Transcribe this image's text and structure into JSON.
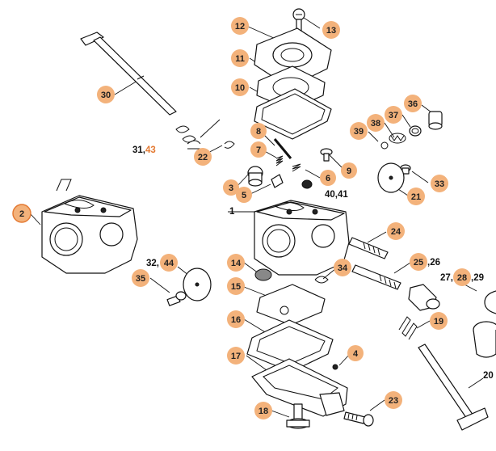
{
  "callouts": [
    {
      "num": "12"
    },
    {
      "num": "13"
    },
    {
      "num": "11"
    },
    {
      "num": "10"
    },
    {
      "num": "30"
    },
    {
      "num": "36"
    },
    {
      "num": "37"
    },
    {
      "num": "38"
    },
    {
      "num": "39"
    },
    {
      "num": "8"
    },
    {
      "num": "7"
    },
    {
      "num": "9"
    },
    {
      "num": "22"
    },
    {
      "num": "6"
    },
    {
      "num": "3"
    },
    {
      "num": "5"
    },
    {
      "num": "33"
    },
    {
      "num": "21"
    },
    {
      "num": "2"
    },
    {
      "num": "24"
    },
    {
      "num": "14"
    },
    {
      "num": "34"
    },
    {
      "num": "25"
    },
    {
      "num": "28"
    },
    {
      "num": "44"
    },
    {
      "num": "35"
    },
    {
      "num": "15"
    },
    {
      "num": "19"
    },
    {
      "num": "16"
    },
    {
      "num": "4"
    },
    {
      "num": "17"
    },
    {
      "num": "23"
    },
    {
      "num": "18"
    }
  ],
  "text_labels": {
    "l_31_43": {
      "a": "31,",
      "b": "43"
    },
    "l_40_41": "40,41",
    "l_1": "1",
    "l_25_26": ",26",
    "l_27_28_29": {
      "a": "27,",
      "c": ",29"
    },
    "l_32_44": "32,",
    "l_20": "20"
  }
}
